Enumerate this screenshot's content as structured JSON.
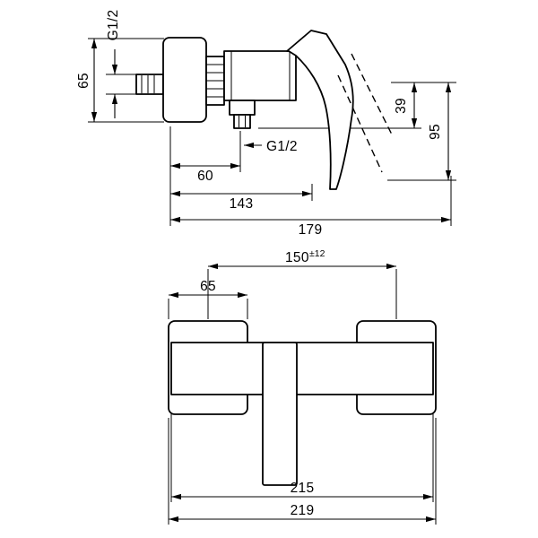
{
  "side_view": {
    "labels": {
      "supply_thread": "G1/2",
      "escutcheon_height": "65",
      "outlet_thread": "G1/2",
      "outlet_depth": "60",
      "handle_depth": "143",
      "total_depth": "179",
      "outlet_drop": "39",
      "handle_drop": "95"
    }
  },
  "front_view": {
    "labels": {
      "hose_centers": "150",
      "hose_centers_tolerance": "±12",
      "escutcheon_width": "65",
      "body_width": "215",
      "total_width": "219"
    }
  }
}
